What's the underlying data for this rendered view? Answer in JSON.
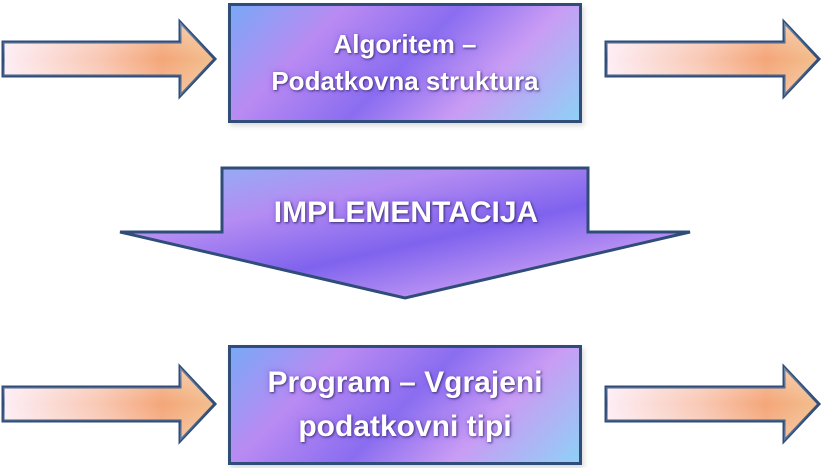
{
  "diagram": {
    "top_box": {
      "line1": "Algoritem –",
      "line2": "Podatkovna struktura"
    },
    "transform_arrow": {
      "label": "IMPLEMENTACIJA"
    },
    "bottom_box": {
      "line1": "Program – Vgrajeni",
      "line2": "podatkovni tipi"
    },
    "colors": {
      "box_border": "#2f4d78",
      "box_fill_blue": "#8fd0f6",
      "box_fill_purple": "#8a6df0",
      "arrow_fill_orange": "#f4a678",
      "arrow_fill_pink": "#fbe2ee",
      "arrow_border": "#2f4d78"
    }
  }
}
